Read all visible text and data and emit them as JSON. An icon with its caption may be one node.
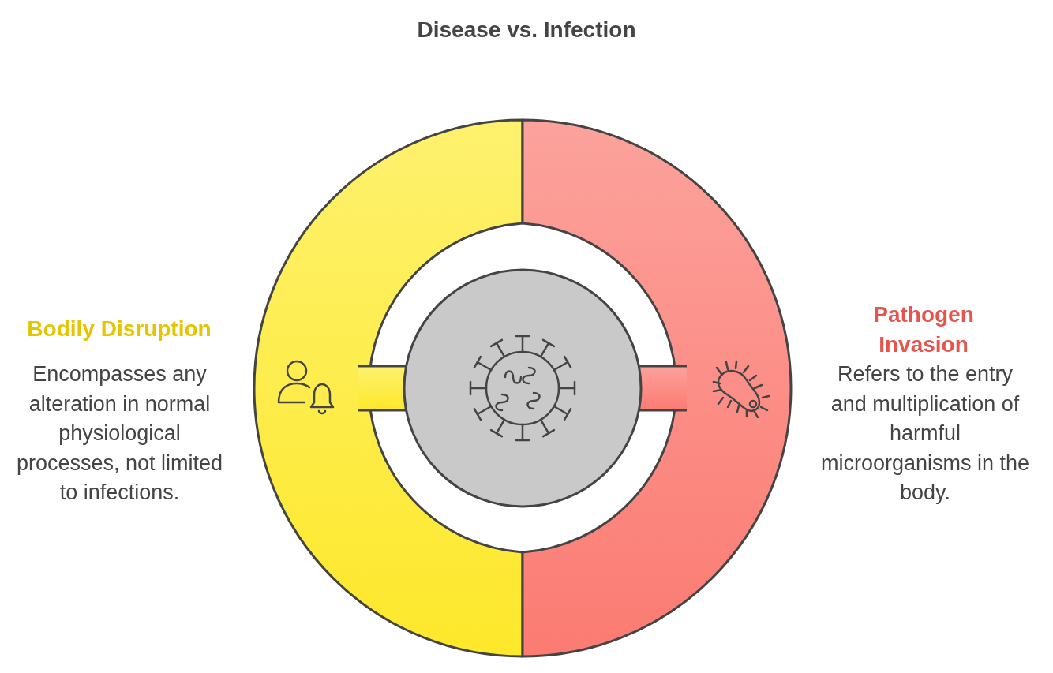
{
  "diagram": {
    "title": "Disease vs. Infection",
    "nodes": [
      {
        "text": [
          "Bodily Disruption",
          "Encompasses any alteration in normal physiological processes, not limited to infections."
        ]
      },
      {
        "text": [
          "Pathogen Invasion",
          "Refers to the entry and multiplication of harmful microorganisms in the body."
        ]
      },
      {
        "text": [],
        "shape": "circle"
      }
    ]
  }
}
